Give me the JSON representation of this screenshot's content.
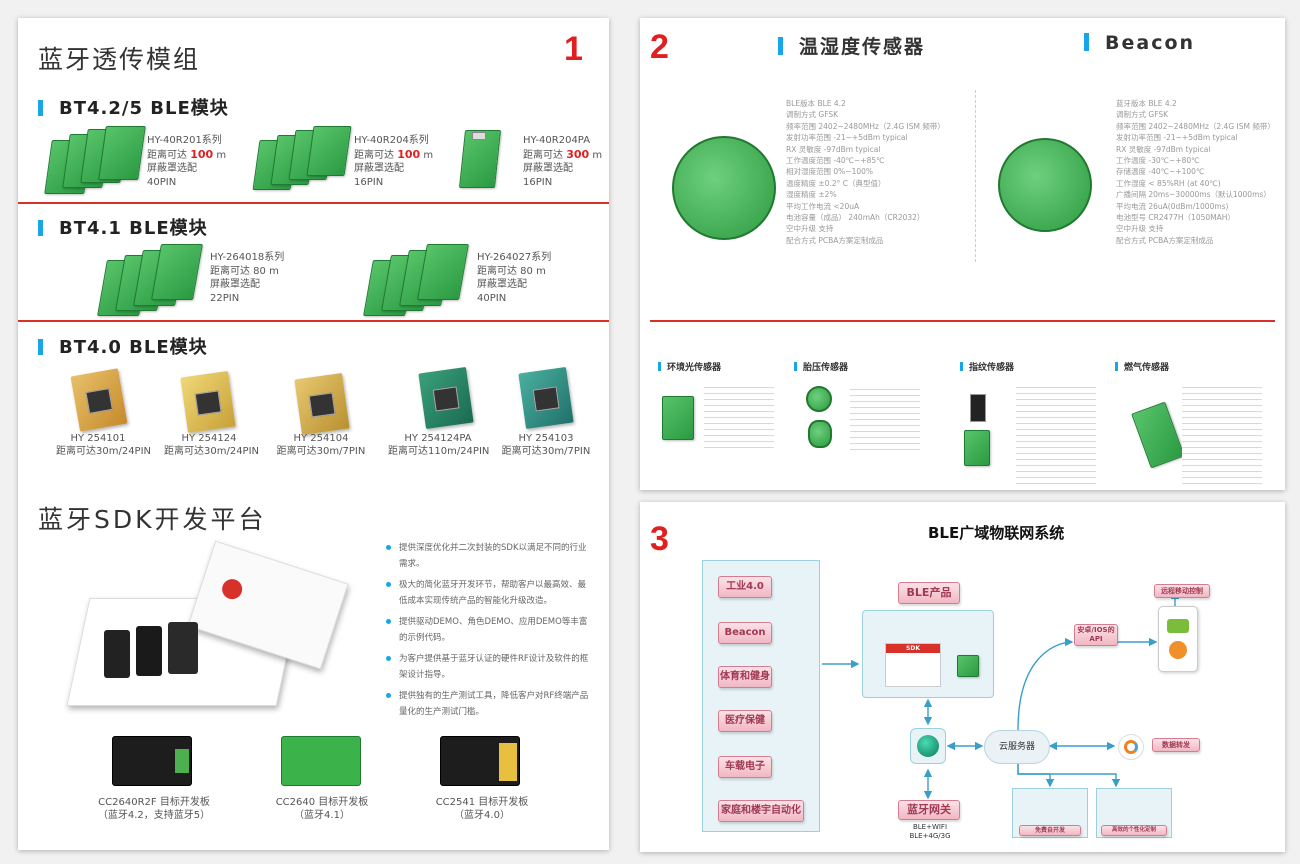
{
  "panel1": {
    "number": "1",
    "title": "蓝牙透传模组",
    "sections": [
      {
        "title": "BT4.2/5 BLE模块"
      },
      {
        "title": "BT4.1 BLE模块"
      },
      {
        "title": "BT4.0 BLE模块"
      }
    ],
    "bt42_modules": [
      {
        "name": "HY-40R201系列",
        "range_prefix": "距离可达",
        "range_value": "100",
        "range_unit": "m",
        "shield": "屏蔽罩选配",
        "pins": "40PIN"
      },
      {
        "name": "HY-40R204系列",
        "range_prefix": "距离可达",
        "range_value": "100",
        "range_unit": "m",
        "shield": "屏蔽罩选配",
        "pins": "16PIN"
      },
      {
        "name": "HY-40R204PA",
        "range_prefix": "距离可达",
        "range_value": "300",
        "range_unit": "m",
        "shield": "屏蔽罩选配",
        "pins": "16PIN"
      }
    ],
    "bt41_modules": [
      {
        "name": "HY-264018系列",
        "range": "距离可达 80 m",
        "shield": "屏蔽罩选配",
        "pins": "22PIN"
      },
      {
        "name": "HY-264027系列",
        "range": "距离可达 80 m",
        "shield": "屏蔽罩选配",
        "pins": "40PIN"
      }
    ],
    "bt40_modules": [
      {
        "name": "HY 254101",
        "spec": "距离可达30m/24PIN"
      },
      {
        "name": "HY 254124",
        "spec": "距离可达30m/24PIN"
      },
      {
        "name": "HY 254104",
        "spec": "距离可达30m/7PIN"
      },
      {
        "name": "HY 254124PA",
        "spec": "距离可达110m/24PIN"
      },
      {
        "name": "HY 254103",
        "spec": "距离可达30m/7PIN"
      }
    ],
    "sdk_title": "蓝牙SDK开发平台",
    "sdk_bullets": [
      "提供深度优化并二次封装的SDK以满足不同的行业需求。",
      "极大的简化蓝牙开发环节，帮助客户以最高效、最低成本实现传统产品的智能化升级改造。",
      "提供驱动DEMO、角色DEMO、应用DEMO等丰富的示例代码。",
      "为客户提供基于蓝牙认证的硬件RF设计及软件的框架设计指导。",
      "提供独有的生产测试工具，降低客户对RF终端产品量化的生产测试门槛。"
    ],
    "dev_boards": [
      {
        "name": "CC2640R2F 目标开发板",
        "note": "（蓝牙4.2，支持蓝牙5）"
      },
      {
        "name": "CC2640 目标开发板",
        "note": "（蓝牙4.1）"
      },
      {
        "name": "CC2541 目标开发板",
        "note": "（蓝牙4.0）"
      }
    ]
  },
  "panel2": {
    "number": "2",
    "left_title": "温湿度传感器",
    "right_title": "Beacon",
    "left_specs": [
      "BLE版本 BLE 4.2",
      "调制方式 GFSK",
      "频率范围 2402~2480MHz（2.4G ISM 频带）",
      "发射功率范围 -21~+5dBm typical",
      "RX 灵敏度 -97dBm typical",
      "工作温度范围 -40℃~+85℃",
      "相对湿度范围 0%~100%",
      "温度精度 ±0.2° C（典型值）",
      "湿度精度 ±2%",
      "平均工作电流 <20uA",
      "电池容量（成品） 240mAh（CR2032）",
      "空中升级 支持",
      "配合方式 PCBA方案定制成品"
    ],
    "right_specs": [
      "蓝牙版本 BLE 4.2",
      "调制方式 GFSK",
      "频率范围 2402~2480MHz（2.4G ISM 频带）",
      "发射功率范围 -21~+5dBm typical",
      "RX 灵敏度 -97dBm typical",
      "工作温度 -30℃~+80℃",
      "存储温度 -40℃~+100℃",
      "工作湿度 < 85%RH (at 40℃)",
      "广播间隔 20ms~30000ms（默认1000ms）",
      "平均电流 26uA(0dBm/1000ms)",
      "电池型号 CR2477H（1050MAH）",
      "空中升级 支持",
      "配合方式 PCBA方案定制成品"
    ],
    "bottom_sections": [
      {
        "title": "环境光传感器"
      },
      {
        "title": "胎压传感器"
      },
      {
        "title": "指纹传感器"
      },
      {
        "title": "燃气传感器"
      }
    ]
  },
  "panel3": {
    "number": "3",
    "title": "BLE广域物联网系统",
    "app_fields": [
      "工业4.0",
      "Beacon",
      "体育和健身",
      "医疗保健",
      "车载电子",
      "家庭和楼宇自动化"
    ],
    "ble_product": "BLE产品",
    "sdk_label": "SDK",
    "gateway": "蓝牙网关",
    "gateway_sub1": "BLE+WIFI",
    "gateway_sub2": "BLE+4G/3G",
    "cloud": "云服务器",
    "api": "安卓/IOS的\nAPI",
    "remote": "远程移动控制",
    "forward": "数据转发",
    "left_box_tag": "免费自开发",
    "right_box_tag": "高效的个性化定制"
  },
  "colors": {
    "accent": "#18a6e8",
    "red": "#d8312a",
    "pcb_green": "#3aae50"
  }
}
